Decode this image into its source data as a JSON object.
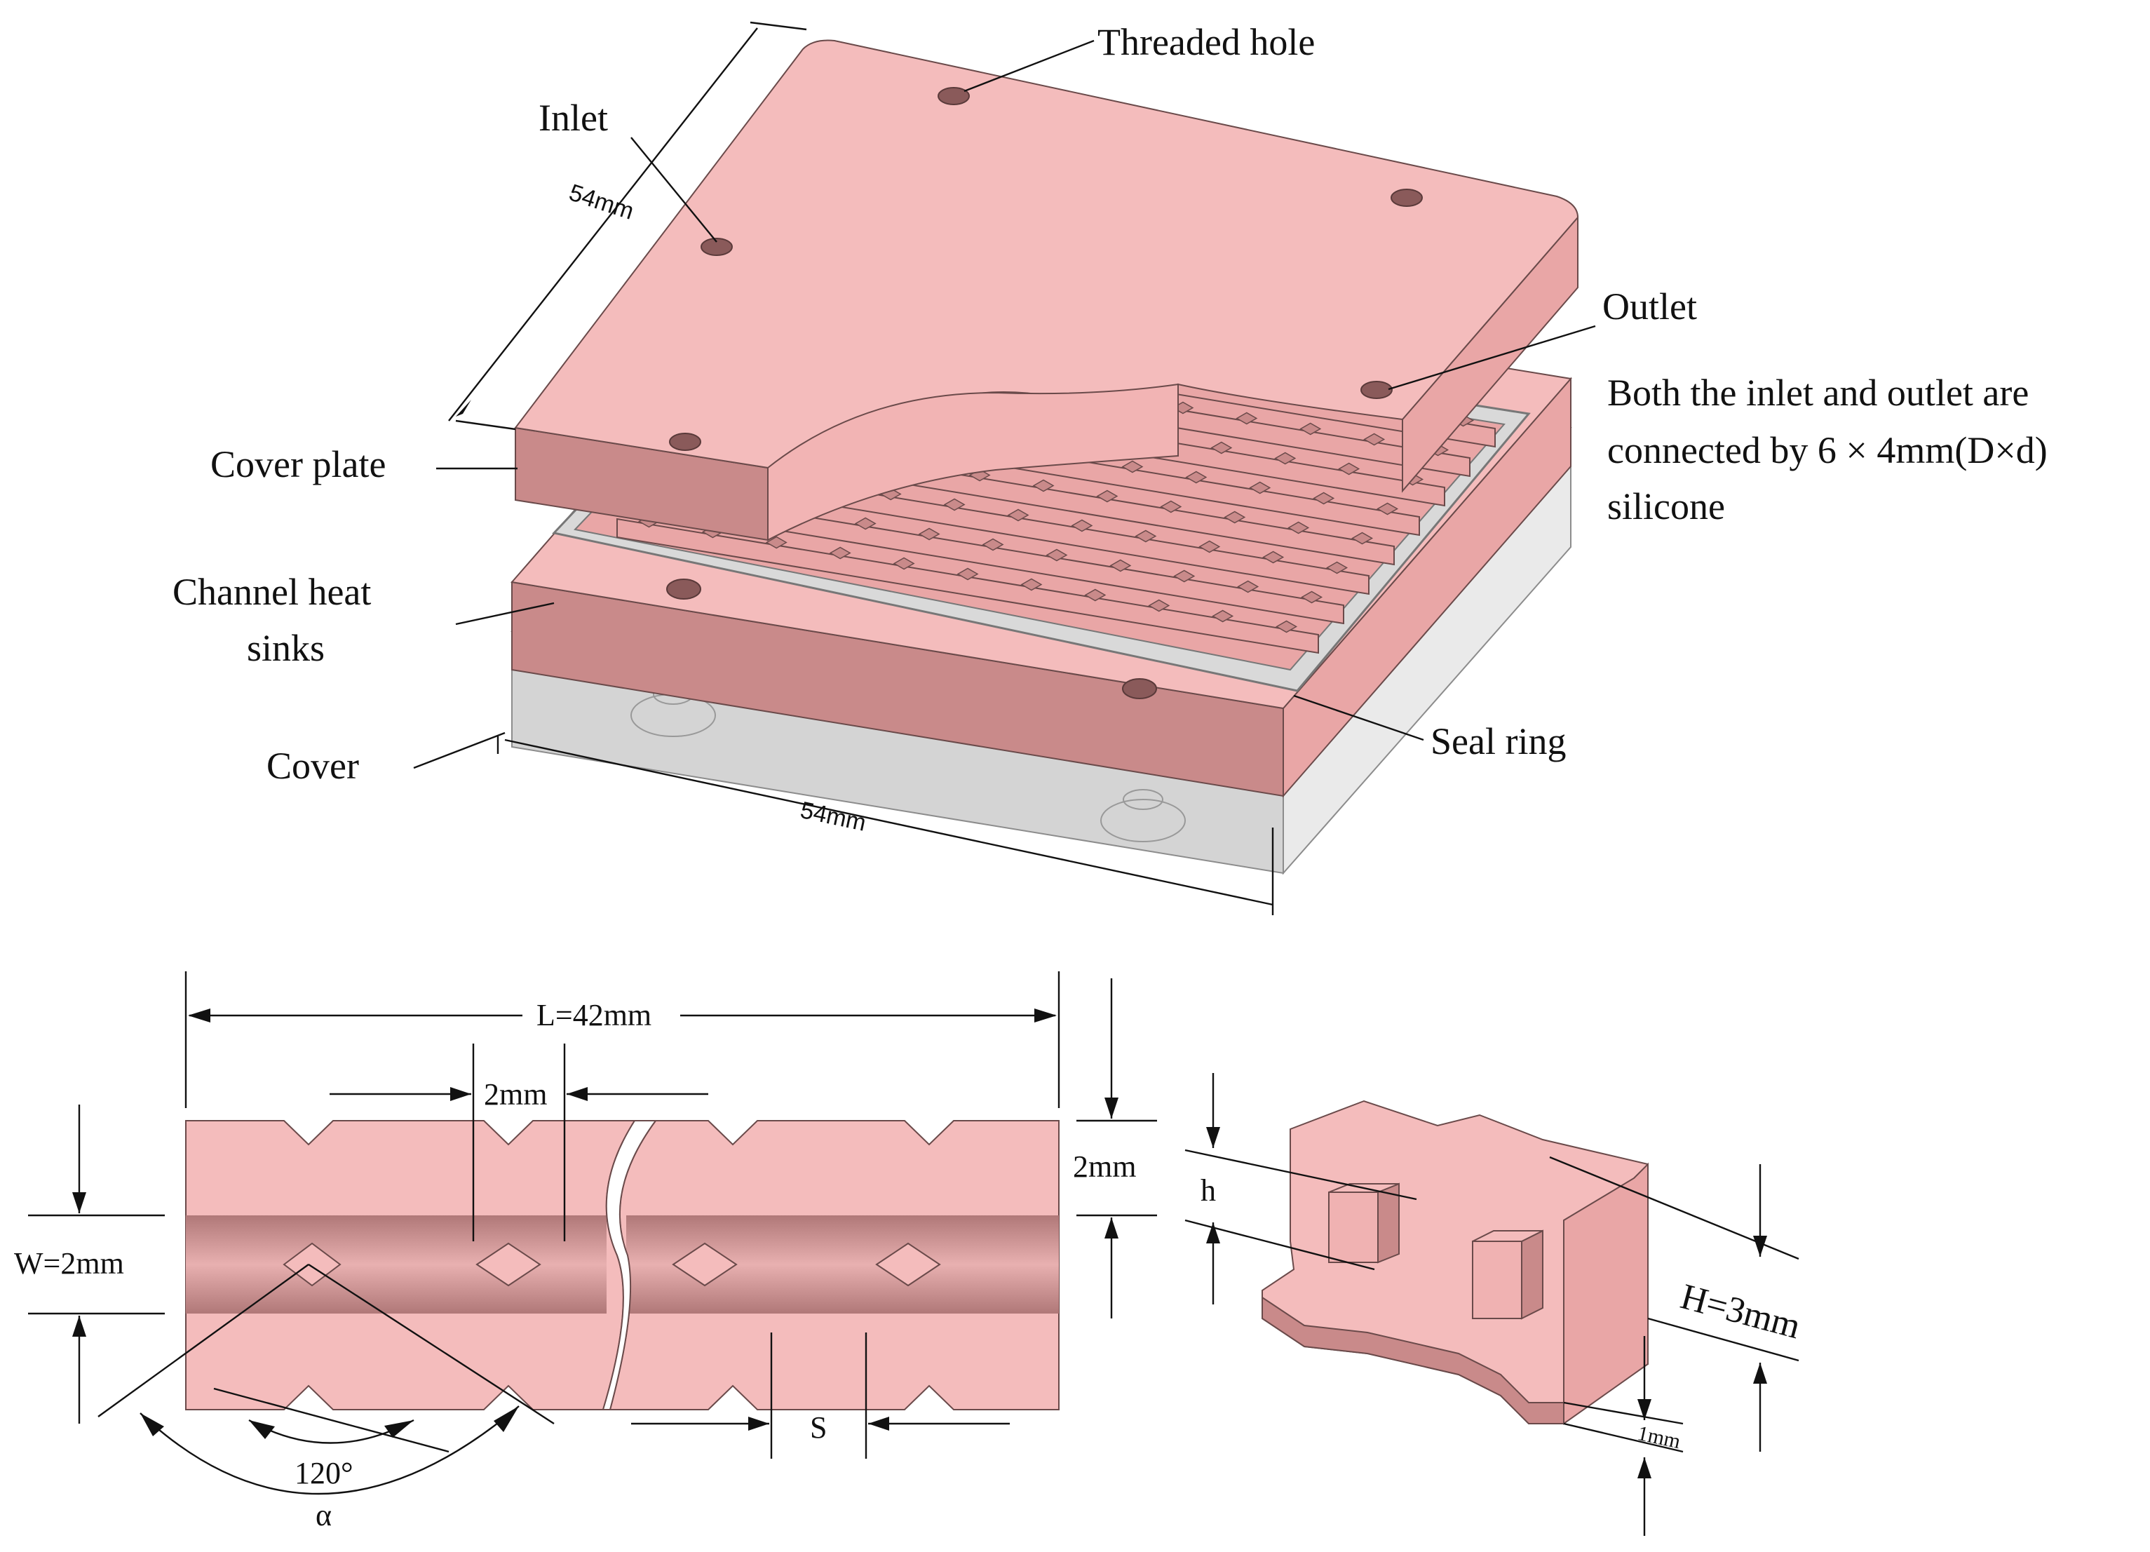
{
  "assembly": {
    "labels": {
      "threaded_hole": "Threaded hole",
      "inlet": "Inlet",
      "outlet": "Outlet",
      "outlet_note": [
        "Both the inlet and outlet are",
        "connected by 6 × 4mm(D×d)",
        "silicone"
      ],
      "cover_plate": "Cover plate",
      "channel_heat_sinks": [
        "Channel heat",
        "sinks"
      ],
      "cover": "Cover",
      "seal_ring": "Seal ring"
    },
    "dimensions": {
      "side_dim": "54mm",
      "bottom_dim": "54mm"
    }
  },
  "channel_section": {
    "length": "L=42mm",
    "pitch": "2mm",
    "width": "W=2mm",
    "depth": "2mm",
    "spacing": "S",
    "angle_value": "120°",
    "angle_symbol": "α"
  },
  "channel_3d": {
    "h": "h",
    "H": "H=3mm",
    "base": "1mm"
  }
}
